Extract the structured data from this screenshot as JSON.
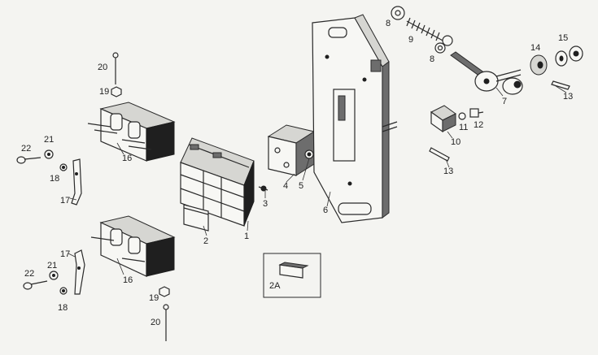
{
  "labels": {
    "l1": "1",
    "l2": "2",
    "l2a": "2A",
    "l3": "3",
    "l4": "4",
    "l5": "5",
    "l6": "6",
    "l7": "7",
    "l8": "8",
    "l9": "9",
    "l10": "10",
    "l11": "11",
    "l12": "12",
    "l13a": "13",
    "l13b": "13",
    "l14": "14",
    "l15": "15",
    "l16a": "16",
    "l16b": "16",
    "l17a": "17",
    "l17b": "17",
    "l18a": "18",
    "l18b": "18",
    "l19a": "19",
    "l19b": "19",
    "l20a": "20",
    "l20b": "20",
    "l21a": "21",
    "l21b": "21",
    "l22a": "22",
    "l22b": "22"
  }
}
